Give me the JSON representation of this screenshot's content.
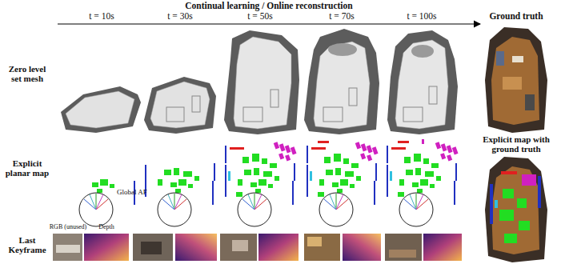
{
  "diagram": {
    "labels": [
      "Continual learning / Online reconstruction",
      "t = 10s",
      "t = 30s",
      "t = 50s",
      "t = 70s",
      "t = 100s",
      "Ground truth",
      "Zero level set mesh",
      "Explicit planar map",
      "Last Keyframe",
      "Explicit map with ground truth",
      "Global AF",
      "RGB (unused)",
      "Depth"
    ]
  }
}
